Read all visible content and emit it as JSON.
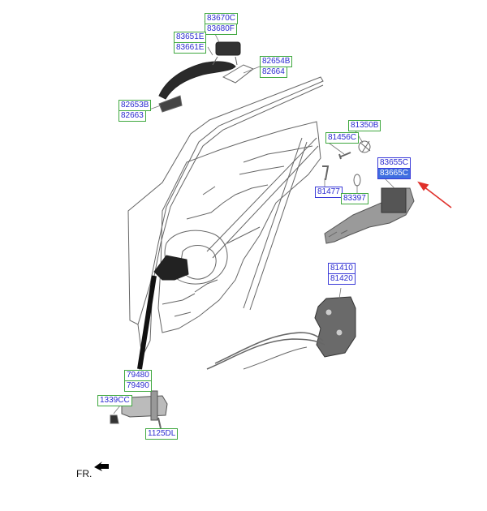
{
  "labels": {
    "p83670C": "83670C",
    "p83680F": "83680F",
    "p83651E": "83651E",
    "p83661E": "83661E",
    "p82654B": "82654B",
    "p82664": "82664",
    "p82653B": "82653B",
    "p82663": "82663",
    "p81350B": "81350B",
    "p81456C": "81456C",
    "p83655C": "83655C",
    "p83665C": "83665C",
    "p81477": "81477",
    "p83397": "83397",
    "p81410": "81410",
    "p81420": "81420",
    "p79480": "79480",
    "p79490": "79490",
    "p1339CC": "1339CC",
    "p1125DL": "1125DL"
  },
  "direction_label": "FR.",
  "colors": {
    "label_text": "#2a2ad0",
    "label_border_green": "#3fa83f",
    "label_border_blue": "#3a3ad8",
    "highlight": "#3f6fe0",
    "arrow": "#e0302a",
    "line": "#555555"
  }
}
